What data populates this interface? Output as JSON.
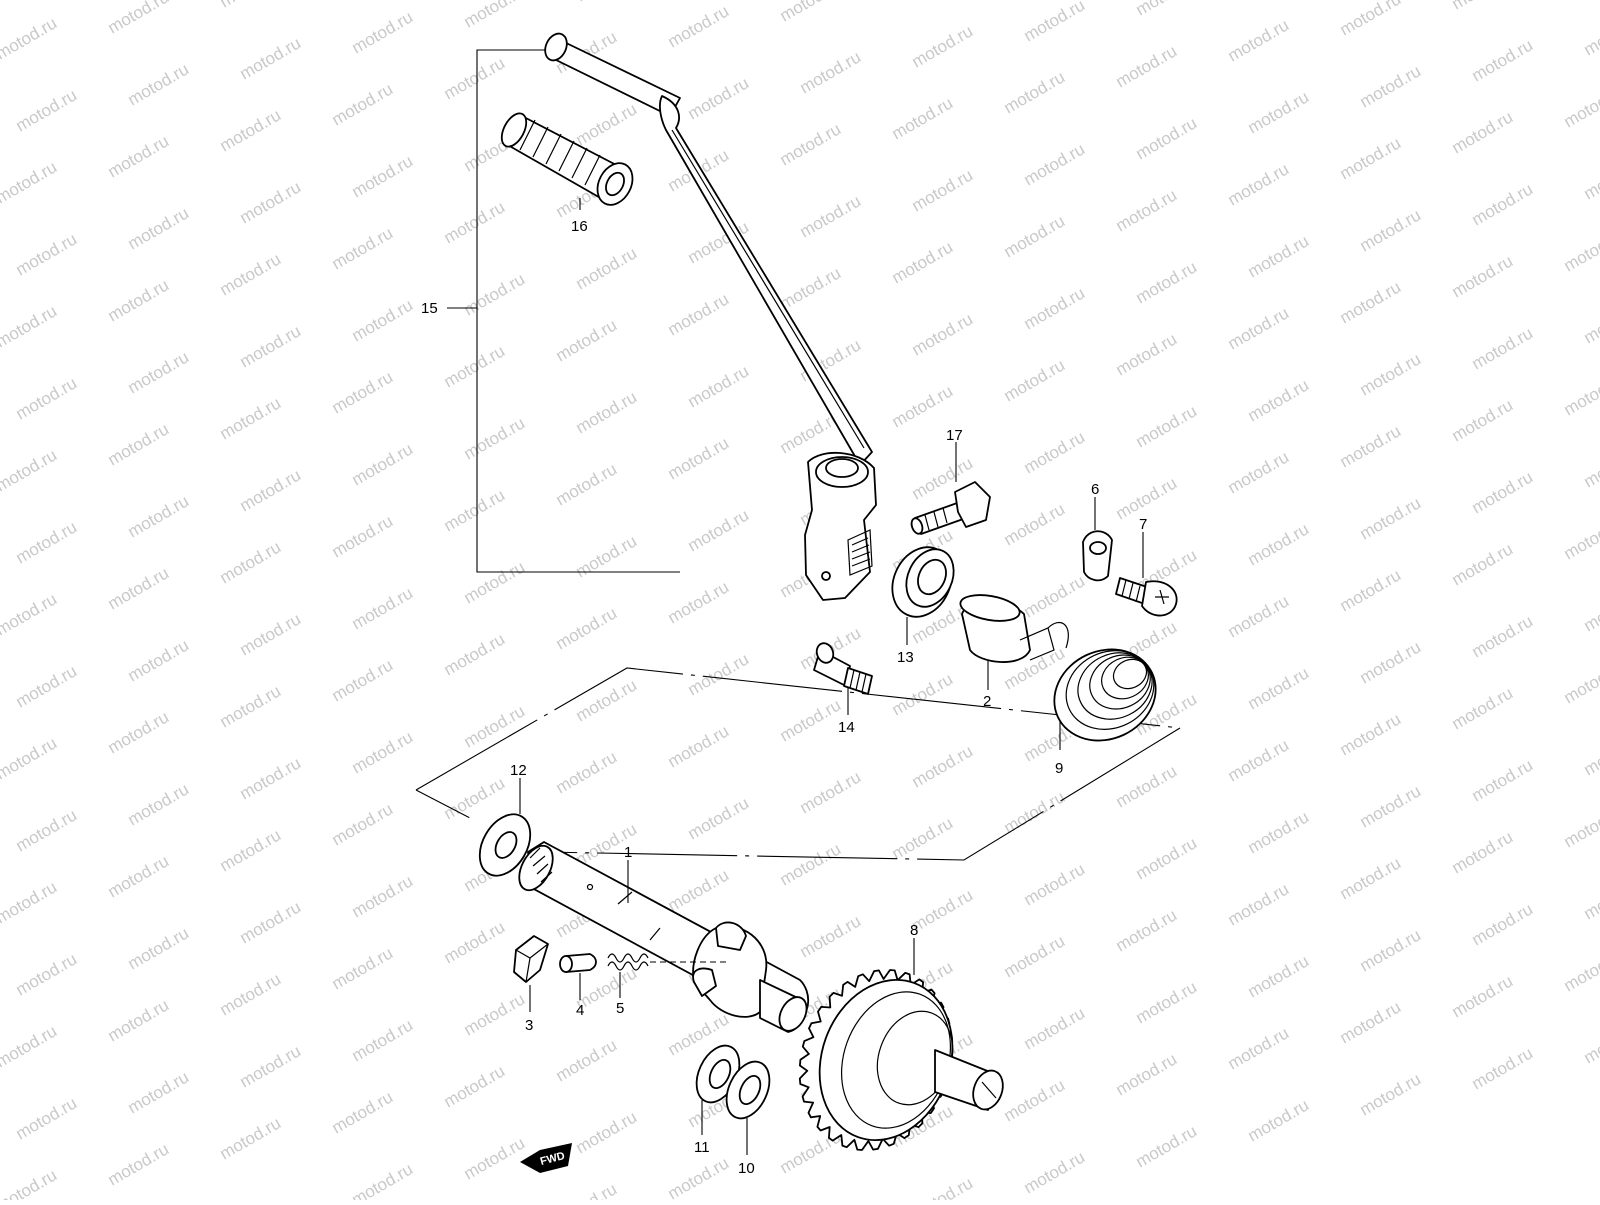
{
  "watermark": {
    "text": "motod.ru"
  },
  "callouts": {
    "p1": "1",
    "p2": "2",
    "p3": "3",
    "p4": "4",
    "p5": "5",
    "p6": "6",
    "p7": "7",
    "p8": "8",
    "p9": "9",
    "p10": "10",
    "p11": "11",
    "p12": "12",
    "p13": "13",
    "p14": "14",
    "p15": "15",
    "p16": "16",
    "p17": "17"
  },
  "fwd_label": "FWD",
  "colors": {
    "line": "#000000",
    "watermark": "#c9c9c9",
    "background": "#ffffff"
  }
}
